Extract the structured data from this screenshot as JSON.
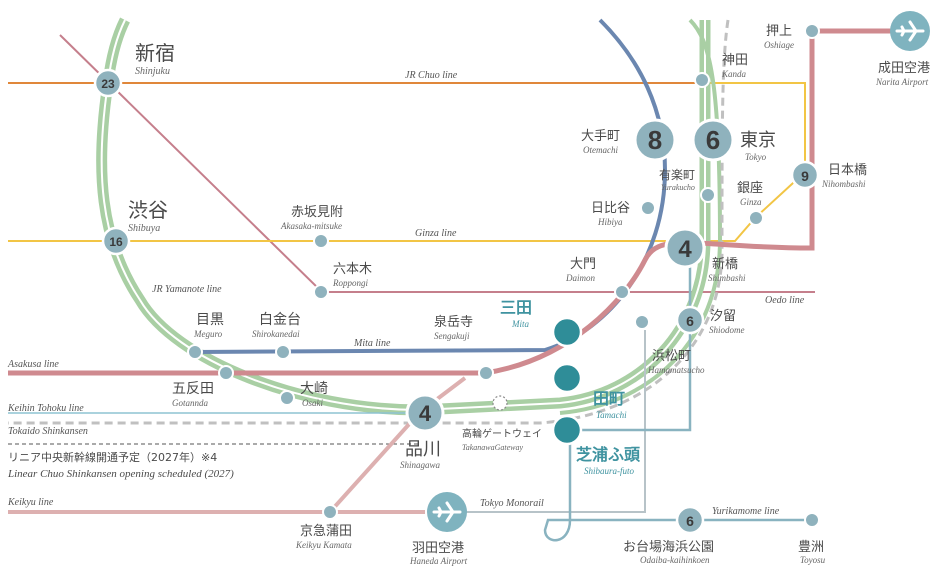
{
  "colors": {
    "yamanote": "#a9cfa4",
    "chuo": "#e0873a",
    "ginza": "#f2c545",
    "mita": "#6b87b0",
    "asakusa": "#cf8a8f",
    "oedo": "#c57f8c",
    "keikyu": "#ddb0b0",
    "keihin_tohoku": "#8ec3d2",
    "monorail": "#b7c3c8",
    "yurikamome": "#89b3c0",
    "station_gray": "#8fb2bd",
    "station_teal": "#2f8d98",
    "plane_teal": "#7fb3bf"
  },
  "stations": {
    "shinjuku": {
      "jp": "新宿",
      "en": "Shinjuku",
      "badge": "23"
    },
    "shibuya": {
      "jp": "渋谷",
      "en": "Shibuya",
      "badge": "16"
    },
    "meguro": {
      "jp": "目黒",
      "en": "Meguro"
    },
    "gotannda": {
      "jp": "五反田",
      "en": "Gotannda"
    },
    "osaki": {
      "jp": "大崎",
      "en": "Osaki"
    },
    "shinagawa": {
      "jp": "品川",
      "en": "Shinagawa",
      "badge": "4"
    },
    "shirokanedai": {
      "jp": "白金台",
      "en": "Shirokanedai"
    },
    "sengakuji": {
      "jp": "泉岳寺",
      "en": "Sengakuji"
    },
    "akasaka": {
      "jp": "赤坂見附",
      "en": "Akasaka-mitsuke"
    },
    "roppongi": {
      "jp": "六本木",
      "en": "Roppongi"
    },
    "daimon": {
      "jp": "大門",
      "en": "Daimon"
    },
    "hibiya": {
      "jp": "日比谷",
      "en": "Hibiya"
    },
    "otemachi": {
      "jp": "大手町",
      "en": "Otemachi",
      "badge": "8"
    },
    "yurakucho": {
      "jp": "有楽町",
      "en": "Yurakucho"
    },
    "tokyo": {
      "jp": "東京",
      "en": "Tokyo",
      "badge": "6"
    },
    "kanda": {
      "jp": "神田",
      "en": "Kanda"
    },
    "oshiage": {
      "jp": "押上",
      "en": "Oshiage"
    },
    "nihombashi": {
      "jp": "日本橋",
      "en": "Nihombashi",
      "badge": "9"
    },
    "ginza": {
      "jp": "銀座",
      "en": "Ginza"
    },
    "shimbashi": {
      "jp": "新橋",
      "en": "Shimbashi",
      "badge": "4"
    },
    "shiodome": {
      "jp": "汐留",
      "en": "Shiodome",
      "badge": "6"
    },
    "hamamatsucho": {
      "jp": "浜松町",
      "en": "Hamamatsucho"
    },
    "mita": {
      "jp": "三田",
      "en": "Mita"
    },
    "tamachi": {
      "jp": "田町",
      "en": "Tamachi"
    },
    "shibaura": {
      "jp": "芝浦ふ頭",
      "en": "Shibaura-futo"
    },
    "takanawa": {
      "jp": "高輪ゲートウェイ",
      "en": "TakanawaGateway"
    },
    "keikyu_kamata": {
      "jp": "京急蒲田",
      "en": "Keikyu Kamata"
    },
    "haneda": {
      "jp": "羽田空港",
      "en": "Haneda Airport"
    },
    "narita": {
      "jp": "成田空港",
      "en": "Narita Airport"
    },
    "odaiba": {
      "jp": "お台場海浜公園",
      "en": "Odaiba-kaihinkoen",
      "badge": "6"
    },
    "toyosu": {
      "jp": "豊洲",
      "en": "Toyosu"
    }
  },
  "lines": {
    "chuo": "JR Chuo line",
    "ginza": "Ginza line",
    "yamanote": "JR Yamanote line",
    "mita": "Mita line",
    "oedo": "Oedo line",
    "asakusa": "Asakusa line",
    "keihin_tohoku": "Keihin Tohoku line",
    "tokaido": "Tokaido Shinkansen",
    "keikyu": "Keikyu line",
    "monorail": "Tokyo Monorail",
    "yurikamome": "Yurikamome line"
  },
  "note": {
    "jp": "リニア中央新幹線開通予定（2027年）※4",
    "en": "Linear Chuo Shinkansen opening scheduled (2027)"
  }
}
